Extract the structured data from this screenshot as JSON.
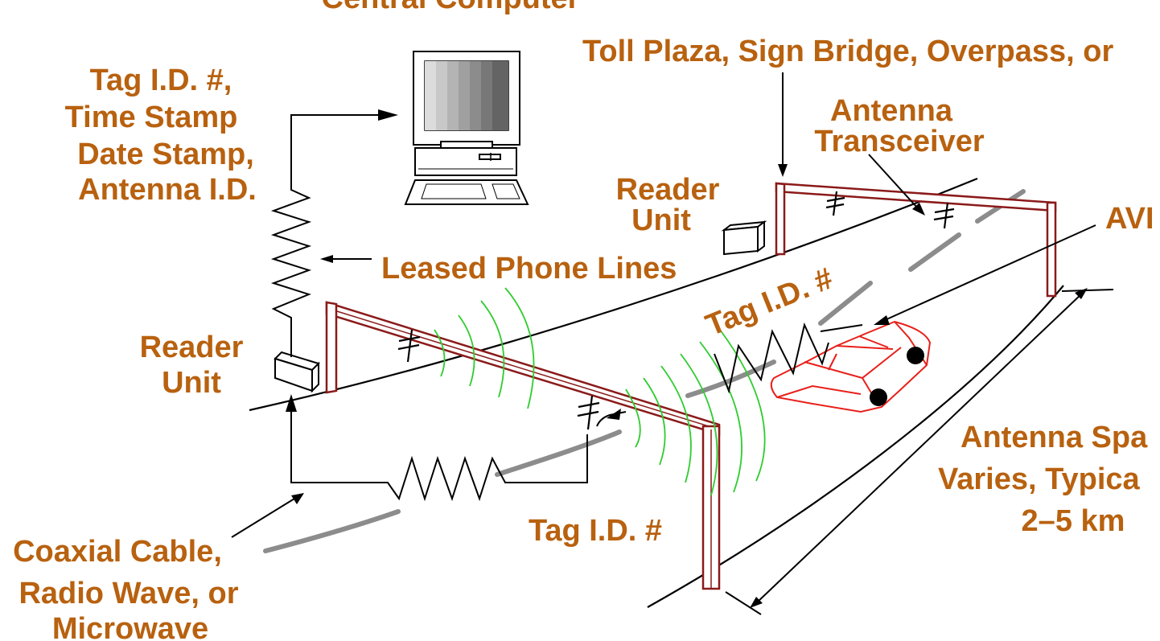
{
  "colors": {
    "label": "#b8610f",
    "gantry": "#8b1a1a",
    "wave": "#2ecc2e",
    "car": "#e8201a",
    "dashed_lane": "#8c8c8c"
  },
  "labels": {
    "central_computer": "Central Computer",
    "toll_plaza": "Toll Plaza, Sign Bridge, Overpass, or",
    "tag_info_line1": "Tag I.D. #,",
    "tag_info_line2": "Time Stamp",
    "tag_info_line3": "Date Stamp,",
    "tag_info_line4": "Antenna I.D.",
    "antenna_line1": "Antenna",
    "antenna_line2": "Transceiver",
    "reader_unit_right_line1": "Reader",
    "reader_unit_right_line2": "Unit",
    "avi": "AVI",
    "leased_phone_lines": "Leased Phone Lines",
    "tag_id_rotated": "Tag I.D. #",
    "reader_unit_left_line1": "Reader",
    "reader_unit_left_line2": "Unit",
    "antenna_spacing_line1": "Antenna Spa",
    "antenna_spacing_line2": "Varies, Typica",
    "antenna_spacing_line3": "2–5 km",
    "tag_id_bottom": "Tag I.D. #",
    "coaxial_line1": "Coaxial Cable,",
    "coaxial_line2": "Radio Wave, or",
    "coaxial_line3": "Microwave"
  },
  "icons": {
    "computer": "desktop-computer-icon",
    "reader_box": "reader-box-icon",
    "antenna": "antenna-icon",
    "vehicle": "car-icon"
  }
}
